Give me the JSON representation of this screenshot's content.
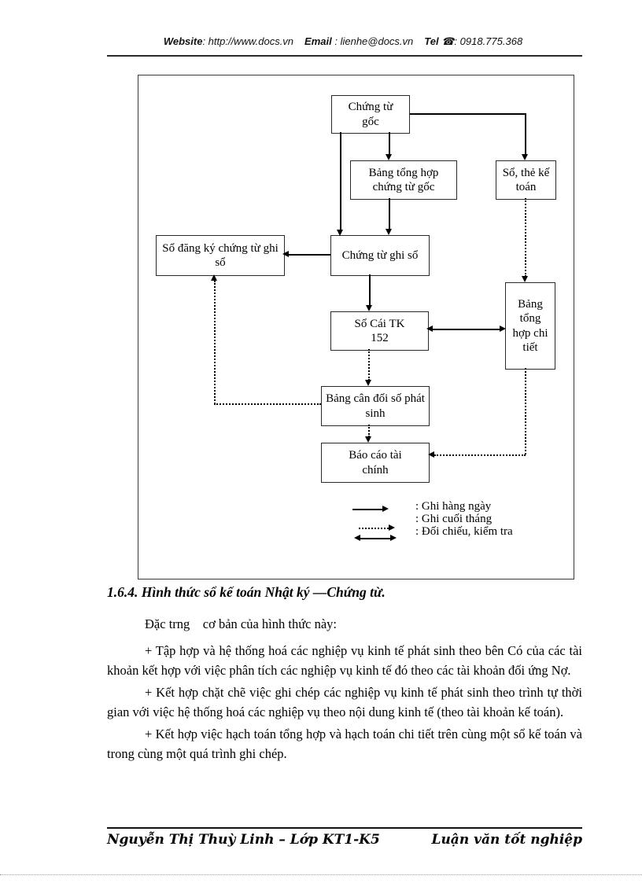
{
  "header": {
    "website_label": "Website",
    "website_value": ": http://www.docs.vn",
    "email_label": "Email",
    "email_value": ": lienhe@docs.vn",
    "tel_label": "Tel",
    "phone_icon": "☎",
    "tel_value": ": 0918.775.368"
  },
  "diagram": {
    "nodes": {
      "chung_tu_goc": "Chứng từ gốc",
      "bang_tong_hop_chung_tu_goc": "Bảng tổng hợp chứng từ gốc",
      "so_the_ke_toan": "Sổ, thẻ kế toán",
      "so_dang_ky_chung_tu_ghi_so": "Sổ đăng ký chứng từ ghi sổ",
      "chung_tu_ghi_so": "Chứng từ ghi sổ",
      "bang_tong_hop_chi_tiet": "Bảng tổng hợp chi tiết",
      "so_cai_tk_152": "Sổ Cái TK 152",
      "bang_can_doi_so_phat_sinh": "Bảng cân đối số phát sinh",
      "bao_cao_tai_chinh": "Báo cáo tài chính"
    },
    "legend": {
      "items": [
        ": Ghi hàng ngày",
        ": Ghi cuối tháng",
        ": Đối chiếu, kiểm tra"
      ]
    }
  },
  "section": {
    "heading": "1.6.4. Hình thức sổ kế toán Nhật ký —Chứng từ.",
    "intro": "Đặc trng    cơ bản của hình thức này:",
    "paragraphs": [
      "+ Tập hợp và hệ thống hoá các nghiệp vụ kinh tế phát sinh theo bên Có của các tài khoản kết hợp với việc phân tích các nghiệp vụ kinh tế đó theo các tài khoản đối ứng Nợ.",
      "+ Kết hợp chặt chẽ việc ghi chép các nghiệp vụ kinh tế phát sinh theo trình tự thời gian với việc hệ thống hoá các nghiệp vụ theo nội dung kinh tế (theo tài khoản kế toán).",
      "+ Kết hợp việc hạch toán tổng hợp và hạch toán chi tiết trên cùng một sổ kế toán và trong cùng một quá trình ghi chép."
    ]
  },
  "footer": {
    "left": "Nguyễn Thị Thuỳ Linh – Lớp KT1-K5",
    "right": "Luận văn tốt nghiệp"
  },
  "colors": {
    "ink": "#000000",
    "rule": "#2a2a2a",
    "faint_dotted": "#9a9a9a"
  }
}
